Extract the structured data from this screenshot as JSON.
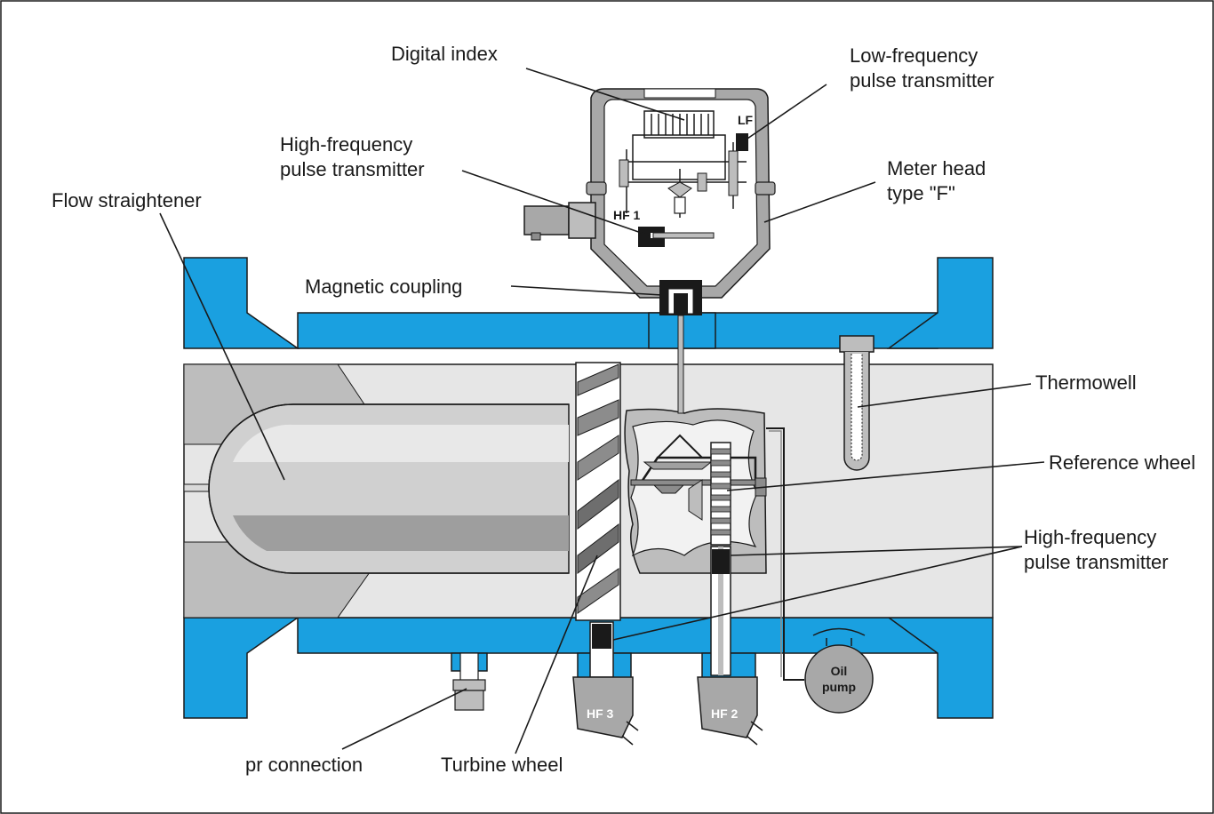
{
  "colors": {
    "body": "#1aa0e0",
    "outline": "#1a1a1a",
    "grey_light": "#e6e6e6",
    "grey_mid": "#bdbdbd",
    "grey_dark": "#8c8c8c",
    "head": "#a8a8a8"
  },
  "labels": {
    "digital_index": "Digital index",
    "lf_transmitter_l1": "Low-frequency",
    "lf_transmitter_l2": "pulse transmitter",
    "hf_transmitter_top_l1": "High-frequency",
    "hf_transmitter_top_l2": "pulse transmitter",
    "meter_head_l1": "Meter head",
    "meter_head_l2": "type  \"F\"",
    "flow_straightener": "Flow straightener",
    "magnetic_coupling": "Magnetic coupling",
    "thermowell": "Thermowell",
    "reference_wheel": "Reference wheel",
    "hf_transmitter_right_l1": "High-frequency",
    "hf_transmitter_right_l2": "pulse transmitter",
    "pr_connection": "pr connection",
    "turbine_wheel": "Turbine wheel",
    "oil_pump_l1": "Oil",
    "oil_pump_l2": "pump"
  },
  "tags": {
    "lf": "LF",
    "hf1": "HF 1",
    "hf2": "HF 2",
    "hf3": "HF 3"
  }
}
